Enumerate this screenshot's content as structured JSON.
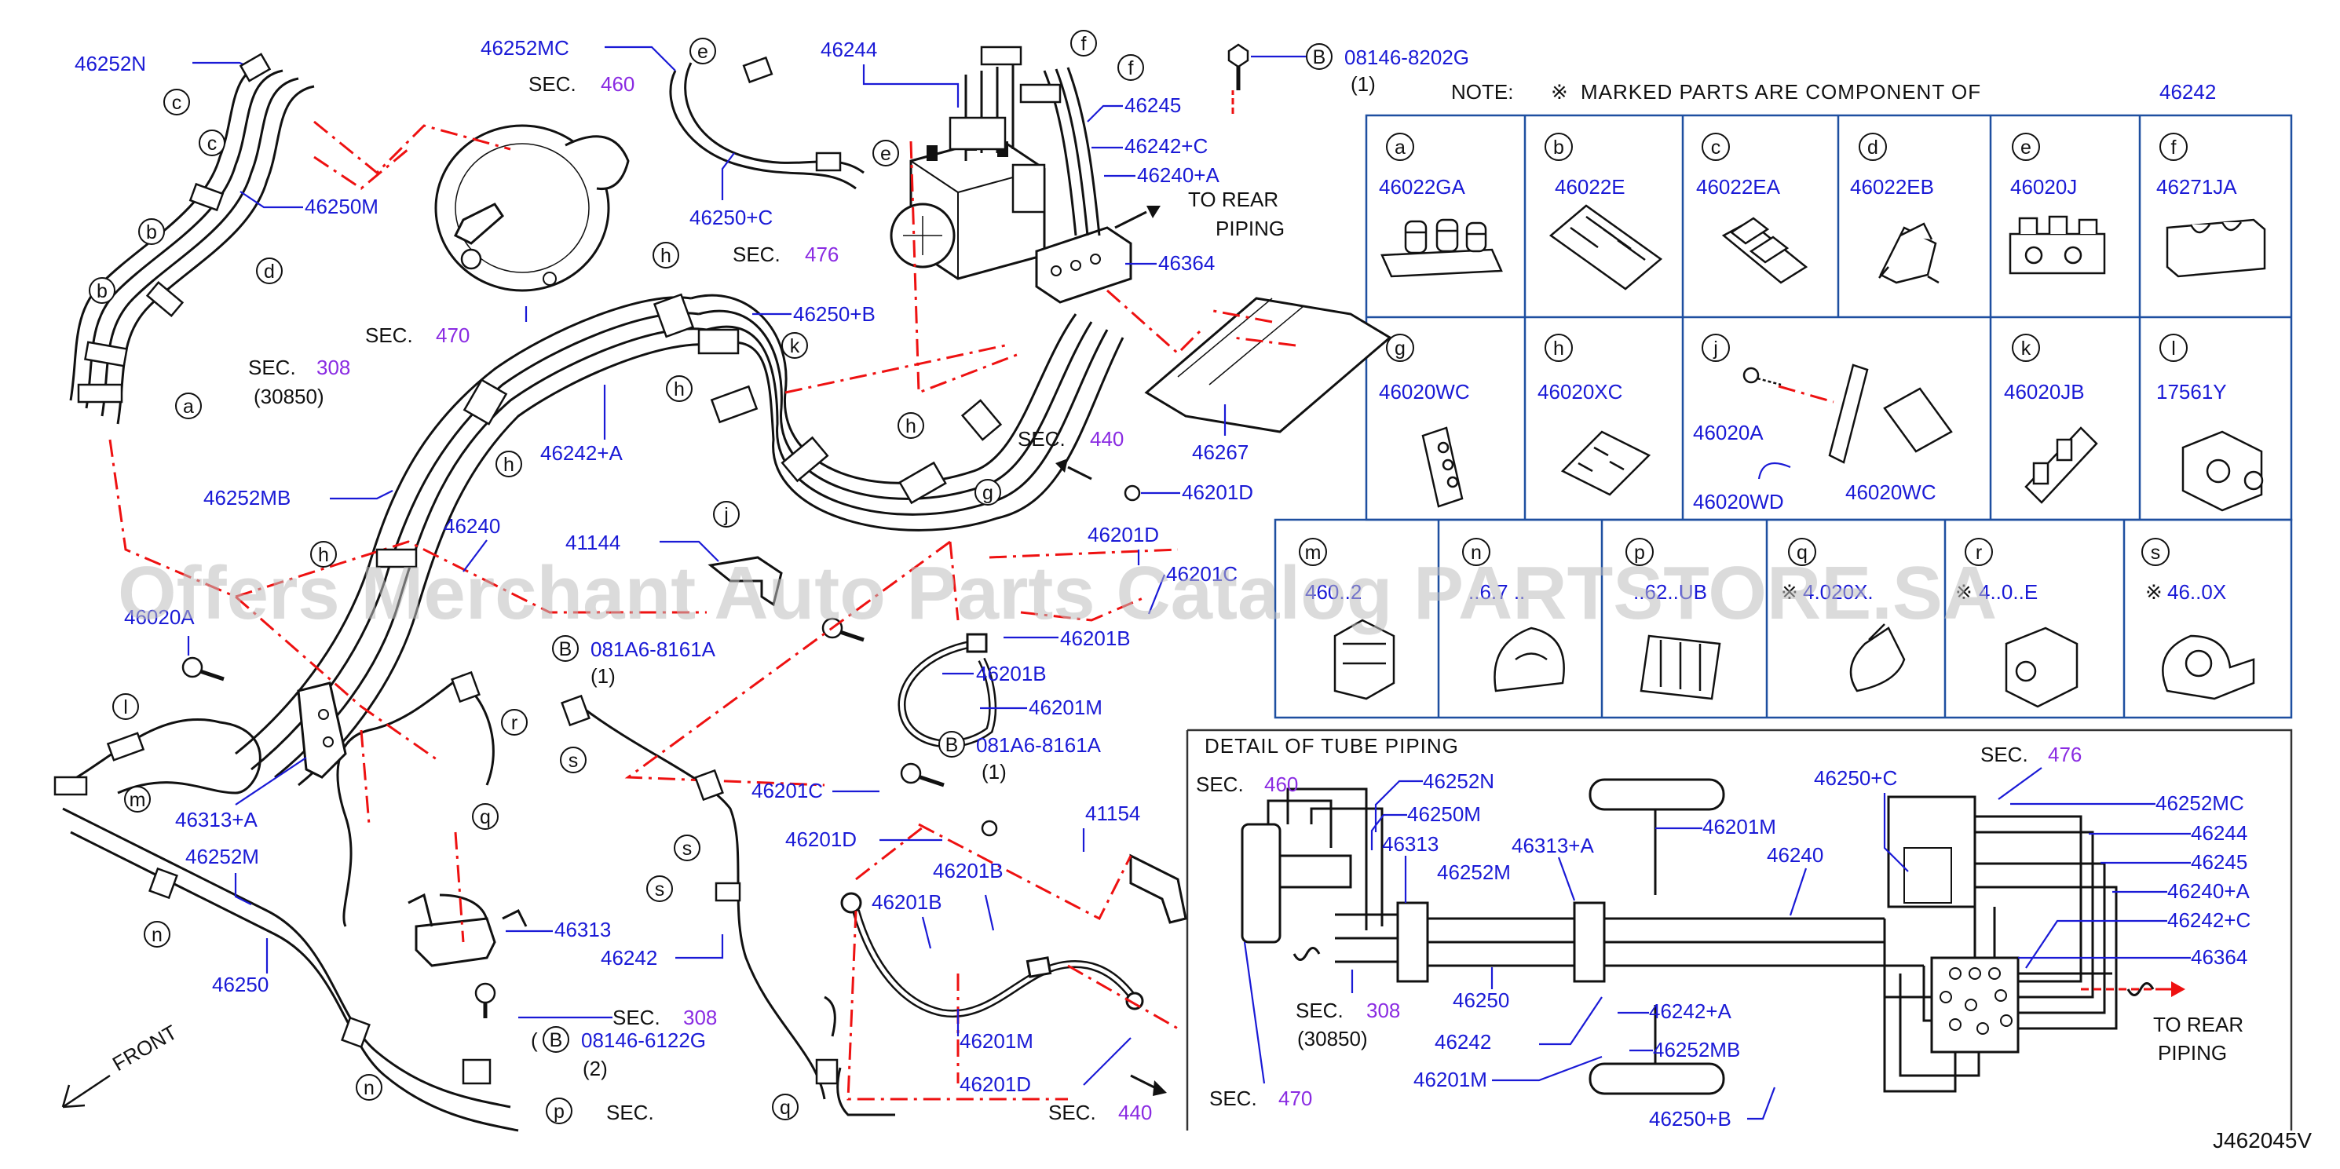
{
  "diagram_code": "J462045V",
  "note": {
    "prefix": "NOTE:",
    "symbol": "※",
    "text": "MARKED  PARTS  ARE  COMPONENT  OF",
    "part": "46242"
  },
  "watermark": "Offers Merchant Auto Parts Catalog PARTSTORE.SA",
  "to_rear": {
    "line1": "TO  REAR",
    "line2": "PIPING"
  },
  "front_label": "FRONT",
  "detail_title": "DETAIL  OF  TUBE  PIPING",
  "sec_word": "SEC.",
  "sec_numbers": [
    "460",
    "470",
    "308",
    "476",
    "440"
  ],
  "bolts": {
    "b1": {
      "letter": "B",
      "part": "08146-8202G",
      "qty": "(1)"
    },
    "b2": {
      "letter": "B",
      "part": "081A6-8161A",
      "qty": "(1)"
    },
    "b3": {
      "letter": "B",
      "part": "081A6-8161A",
      "qty": "(1)"
    },
    "b4": {
      "letter": "B",
      "part": "08146-6122G",
      "qty": "(2)"
    }
  },
  "main_labels": {
    "p46252N": "46252N",
    "p46252MC": "46252MC",
    "p46244": "46244",
    "p46245": "46245",
    "p46242C": "46242+C",
    "p46240A": "46240+A",
    "p46364": "46364",
    "p46250M": "46250M",
    "p46250C": "46250+C",
    "p46250B": "46250+B",
    "p46242A": "46242+A",
    "p46252MB": "46252MB",
    "p46240": "46240",
    "p46267": "46267",
    "p46201D_a": "46201D",
    "p46201D_b": "46201D",
    "p46201C_a": "46201C",
    "p46201B_a": "46201B",
    "p46201B_b": "46201B",
    "p46201M_a": "46201M",
    "p41144": "41144",
    "p46020A_a": "46020A",
    "p46313A": "46313+A",
    "p46252M": "46252M",
    "p46250": "46250",
    "p46313": "46313",
    "p46242": "46242",
    "p46201C_b": "46201C",
    "p46201D_c": "46201D",
    "p46201B_c": "46201B",
    "p46201B_d": "46201B",
    "p41154": "41154",
    "p46201M_b": "46201M",
    "p46201D_d": "46201D",
    "sec_308_code": "(30850)"
  },
  "legend_row1": [
    {
      "letter": "a",
      "part": "46022GA"
    },
    {
      "letter": "b",
      "part": "46022E"
    },
    {
      "letter": "c",
      "part": "46022EA"
    },
    {
      "letter": "d",
      "part": "46022EB"
    },
    {
      "letter": "e",
      "part": "46020J"
    },
    {
      "letter": "f",
      "part": "46271JA"
    }
  ],
  "legend_row2": [
    {
      "letter": "g",
      "part": "46020WC"
    },
    {
      "letter": "h",
      "part": "46020XC"
    },
    {
      "letter": "j",
      "part": "46020A",
      "part2": "46020WD",
      "part3": "46020WC"
    },
    {
      "letter": "k",
      "part": "46020JB"
    },
    {
      "letter": "l",
      "part": "17561Y"
    }
  ],
  "legend_row3": [
    {
      "letter": "m",
      "part": "460..2",
      "marked": false
    },
    {
      "letter": "n",
      "part": "..6.7 ..",
      "marked": false
    },
    {
      "letter": "p",
      "part": "..62..UB",
      "marked": false
    },
    {
      "letter": "q",
      "part": "4.020X.",
      "marked": true
    },
    {
      "letter": "r",
      "part": "4..0..E",
      "marked": true
    },
    {
      "letter": "s",
      "part": "46..0X",
      "marked": true
    }
  ],
  "detail_labels": {
    "d46252N": "46252N",
    "d46250M": "46250M",
    "d46313": "46313",
    "d46252M": "46252M",
    "d46313A": "46313+A",
    "d46201M_top": "46201M",
    "d46240": "46240",
    "d46250C": "46250+C",
    "d46252MC": "46252MC",
    "d46244": "46244",
    "d46245": "46245",
    "d46240A": "46240+A",
    "d46242C": "46242+C",
    "d46364": "46364",
    "d46250": "46250",
    "d46242": "46242",
    "d46242A": "46242+A",
    "d46252MB": "46252MB",
    "d46201M_bot": "46201M",
    "d46250B": "46250+B",
    "d30850": "(30850)"
  }
}
